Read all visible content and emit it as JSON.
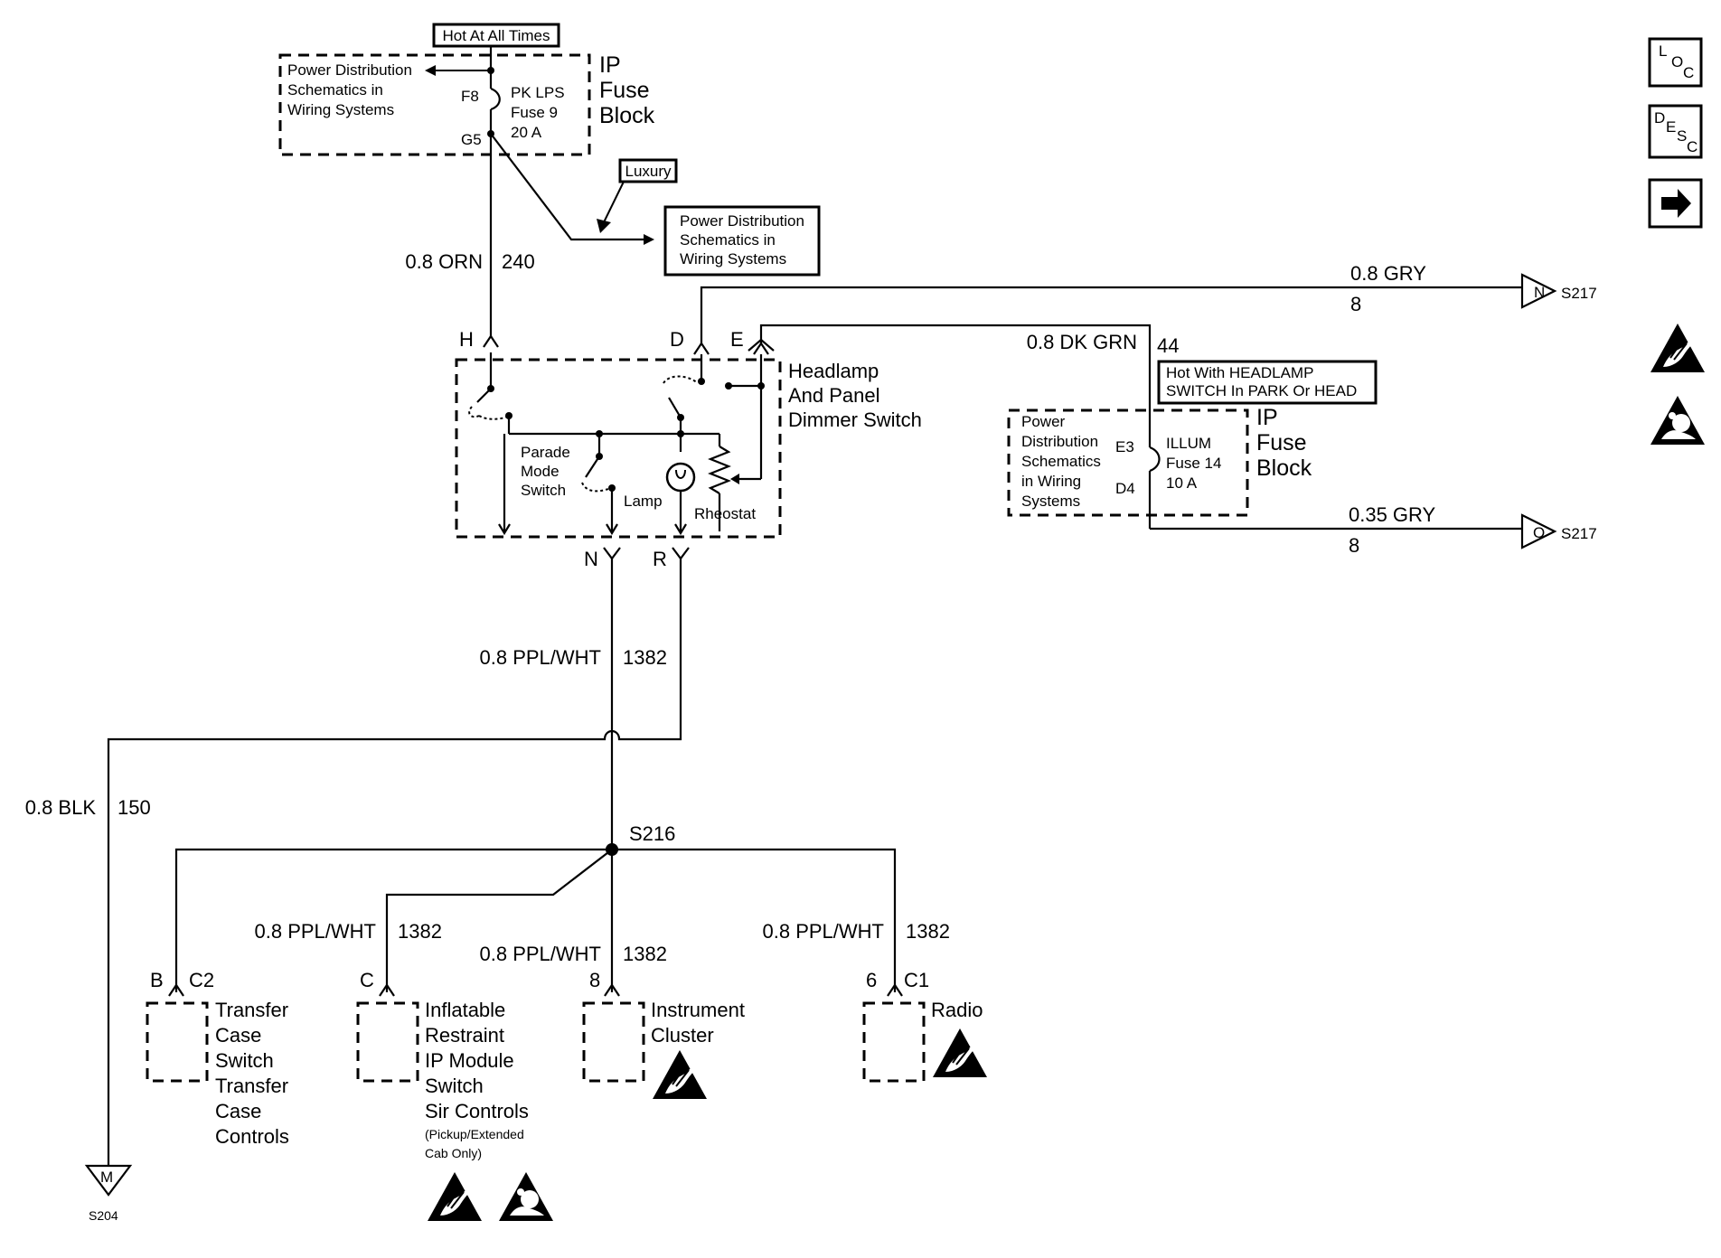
{
  "fuse_block_top": {
    "header": "Hot At All Times",
    "pds_text": [
      "Power Distribution",
      "Schematics in",
      "Wiring Systems"
    ],
    "pin_in": "F8",
    "pin_out": "G5",
    "fuse_text": [
      "PK LPS",
      "Fuse 9",
      "20 A"
    ],
    "block_title": [
      "IP",
      "Fuse",
      "Block"
    ]
  },
  "luxury_callout": "Luxury",
  "pds_box_middle": [
    "Power Distribution",
    "Schematics in",
    "Wiring Systems"
  ],
  "wire_orn": {
    "label": "0.8 ORN",
    "circuit": "240"
  },
  "wire_gry_top": {
    "label": "0.8 GRY",
    "circuit": "8",
    "connector": "N",
    "splice": "S217"
  },
  "wire_dkgrn": {
    "label": "0.8 DK GRN",
    "circuit": "44"
  },
  "hot_with_box": [
    "Hot With HEADLAMP",
    "SWITCH In PARK Or HEAD"
  ],
  "fuse_block_right": {
    "pds_text": [
      "Power",
      "Distribution",
      "Schematics",
      "in Wiring",
      "Systems"
    ],
    "pin_in": "E3",
    "pin_out": "D4",
    "fuse_text": [
      "ILLUM",
      "Fuse 14",
      "10 A"
    ],
    "block_title": [
      "IP",
      "Fuse",
      "Block"
    ]
  },
  "wire_gry_bottom": {
    "label": "0.35 GRY",
    "circuit": "8",
    "connector": "O",
    "splice": "S217"
  },
  "headlamp_switch": {
    "title": [
      "Headlamp",
      "And Panel",
      "Dimmer Switch"
    ],
    "pins": {
      "h": "H",
      "d": "D",
      "e": "E",
      "n": "N",
      "r": "R"
    },
    "parade": [
      "Parade",
      "Mode",
      "Switch"
    ],
    "lamp": "Lamp",
    "rheostat": "Rheostat"
  },
  "wire_ppl_main": {
    "label": "0.8 PPL/WHT",
    "circuit": "1382"
  },
  "wire_blk": {
    "label": "0.8 BLK",
    "circuit": "150",
    "connector": "M",
    "splice": "S204"
  },
  "splice_s216": "S216",
  "branches": [
    {
      "label": "0.8 PPL/WHT",
      "circuit": "1382"
    },
    {
      "label": "0.8 PPL/WHT",
      "circuit": "1382"
    },
    {
      "label": "0.8 PPL/WHT",
      "circuit": "1382"
    }
  ],
  "components": {
    "transfer": {
      "pin": "B",
      "conn": "C2",
      "lines": [
        "Transfer",
        "Case",
        "Switch",
        "Transfer",
        "Case",
        "Controls"
      ]
    },
    "inflatable": {
      "pin": "C",
      "lines": [
        "Inflatable",
        "Restraint",
        "IP Module",
        "Switch",
        "Sir Controls"
      ],
      "note": [
        "(Pickup/Extended",
        "Cab Only)"
      ]
    },
    "cluster": {
      "pin": "8",
      "lines": [
        "Instrument",
        "Cluster"
      ]
    },
    "radio": {
      "pin": "6",
      "conn": "C1",
      "lines": [
        "Radio"
      ]
    }
  },
  "side_icons": {
    "loc": [
      "L",
      "O",
      "C"
    ],
    "desc": [
      "D",
      "E",
      "S",
      "C"
    ],
    "arrow": "arrow-right-icon"
  },
  "esd_icon": "esd-warning-icon",
  "airbag_icon": "airbag-warning-icon"
}
